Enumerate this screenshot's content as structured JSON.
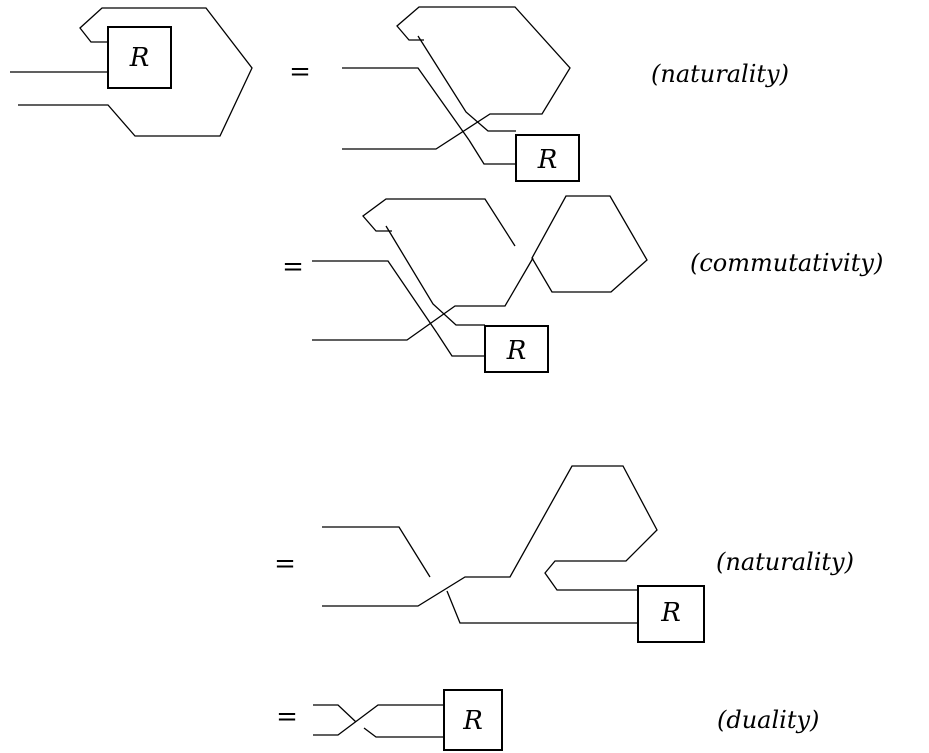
{
  "diagram": {
    "box_symbol": "R",
    "equals_sign": "=",
    "steps": [
      {
        "label": "(naturality)"
      },
      {
        "label": "(commutativity)"
      },
      {
        "label": "(naturality)"
      },
      {
        "label": "(duality)"
      }
    ]
  }
}
